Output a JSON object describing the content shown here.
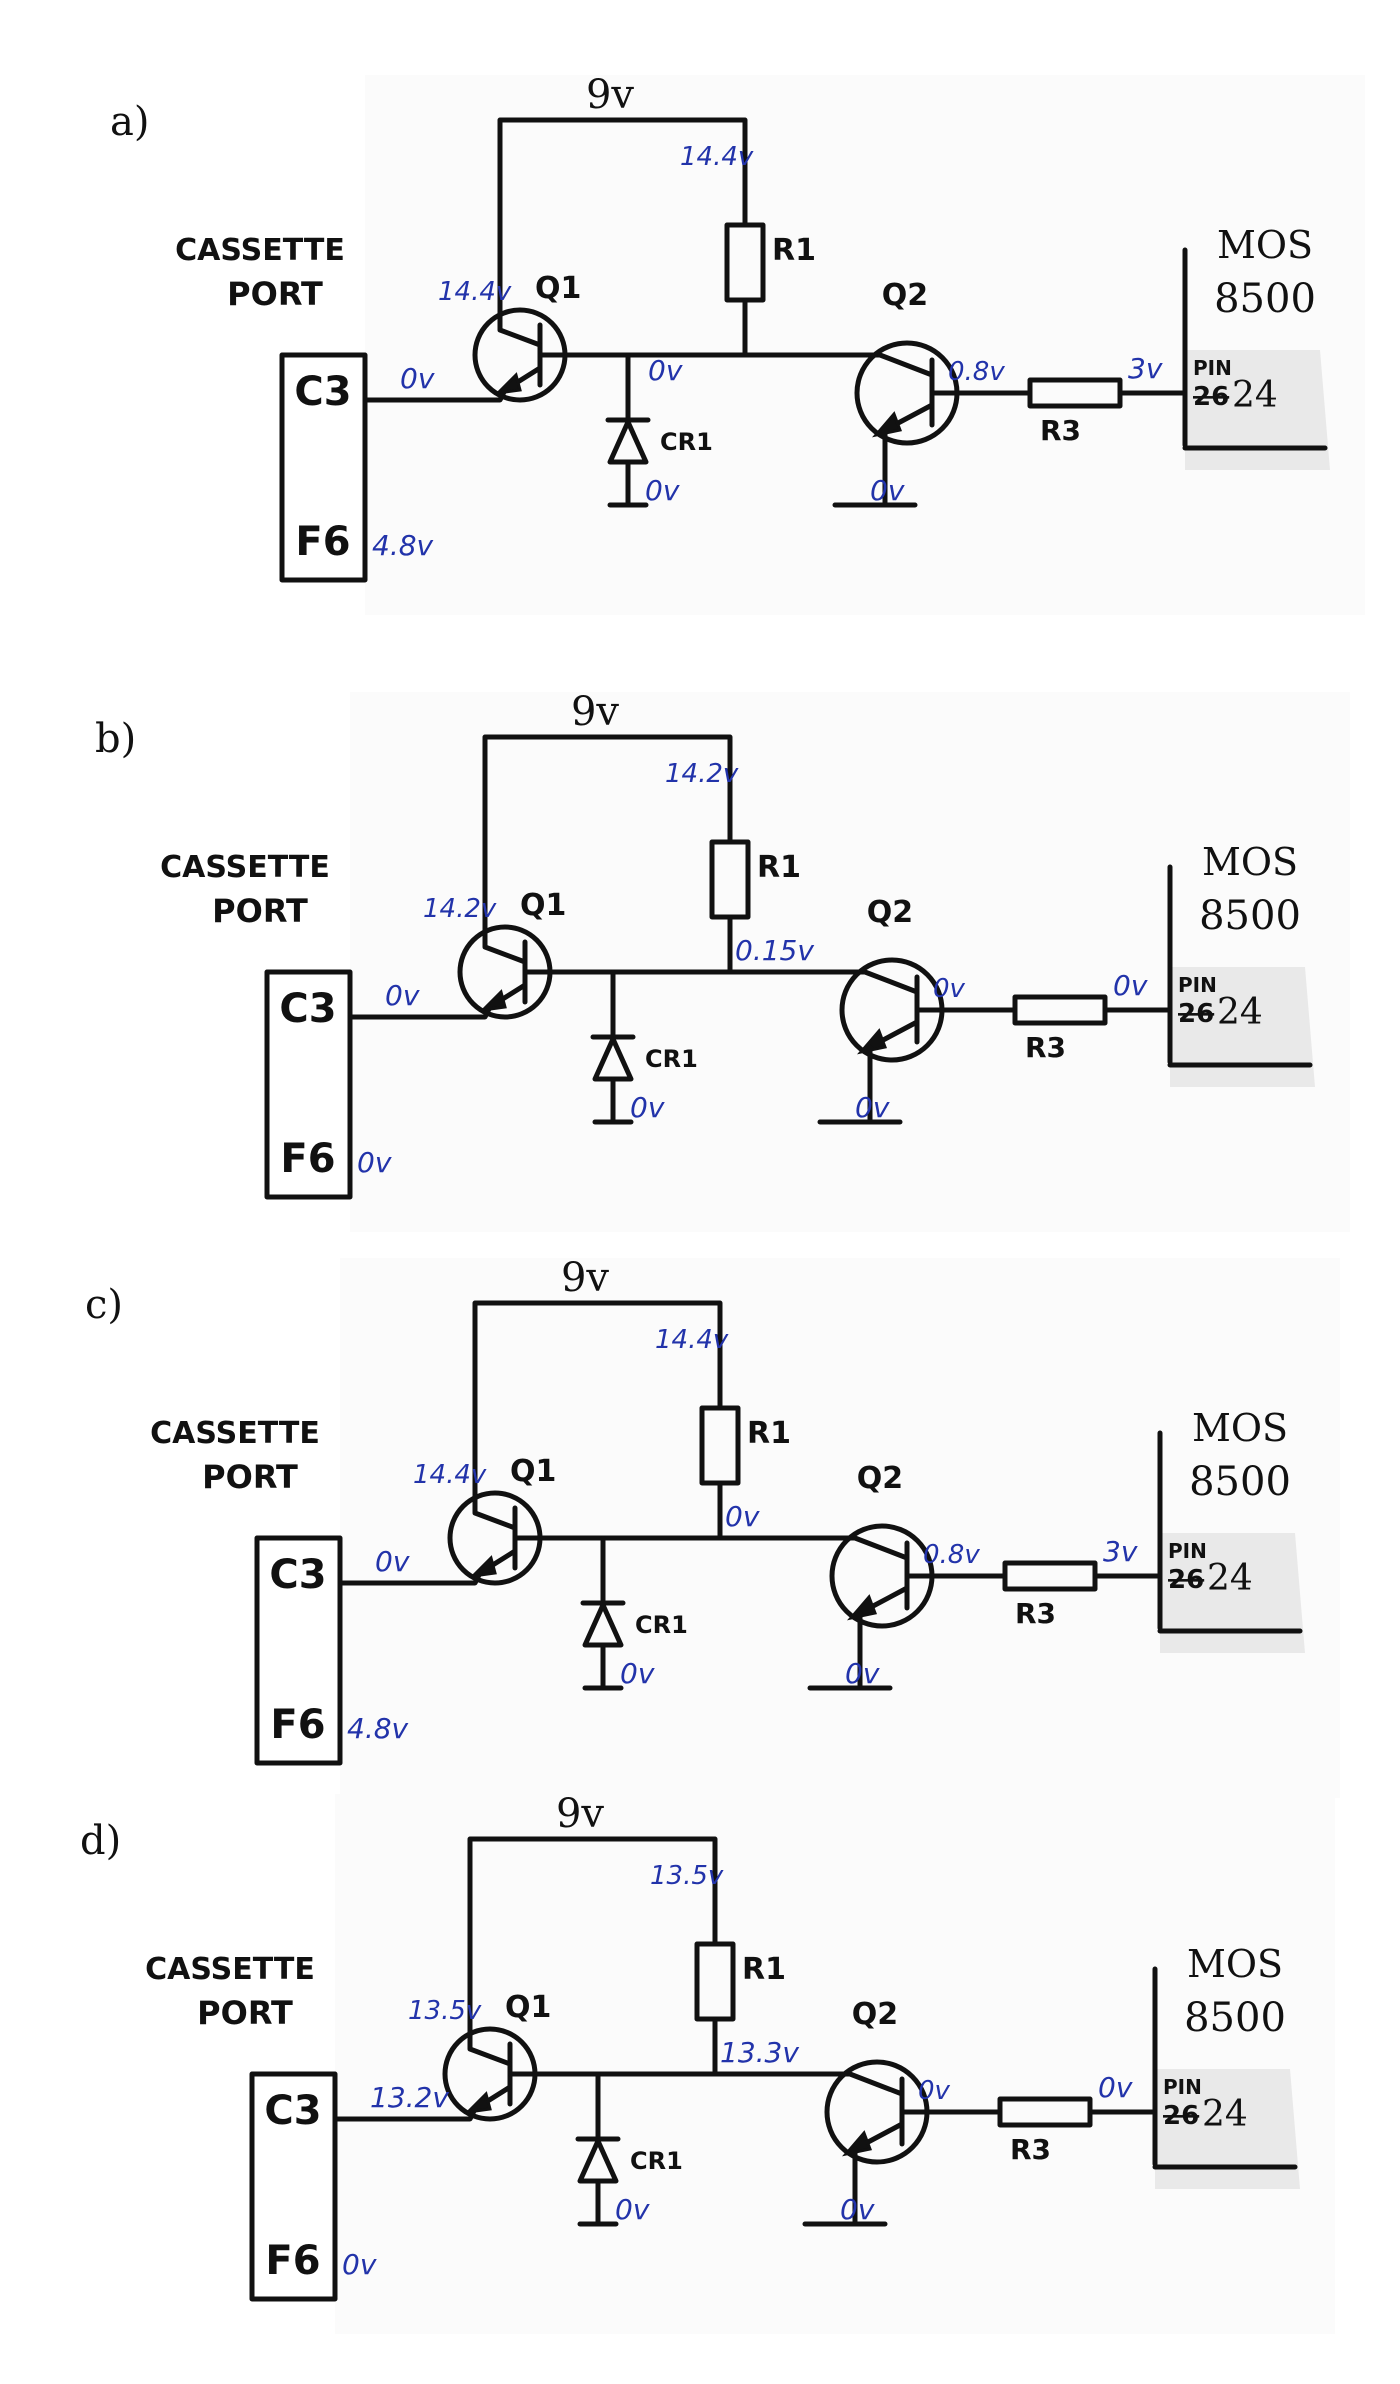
{
  "colors": {
    "ink": "#111111",
    "annotation": "#2233aa",
    "paper": "#ffffff"
  },
  "common": {
    "supply": "9v",
    "port_line1": "CASSETTE",
    "port_line2": "PORT",
    "pin_c3": "C3",
    "pin_f6": "F6",
    "q1": "Q1",
    "q2": "Q2",
    "r1": "R1",
    "r3": "R3",
    "cr1": "CR1",
    "chip_line1": "MOS",
    "chip_line2": "8500",
    "pin_word": "PIN",
    "pin_old": "26",
    "pin_new": "24"
  },
  "panels": [
    {
      "label": "a)",
      "v_r1_top": "14.4v",
      "v_q1": "14.4v",
      "v_c3": "0v",
      "v_node": "0v",
      "v_node2": "",
      "v_cr1": "0v",
      "v_q2_gnd": "0v",
      "v_q2_out": "0.8v",
      "v_pin": "3v",
      "v_f6": "4.8v"
    },
    {
      "label": "b)",
      "v_r1_top": "14.2v",
      "v_q1": "14.2v",
      "v_c3": "0v",
      "v_node": "",
      "v_node2": "0.15v",
      "v_cr1": "0v",
      "v_q2_gnd": "0v",
      "v_q2_out": "0v",
      "v_pin": "0v",
      "v_f6": "0v"
    },
    {
      "label": "c)",
      "v_r1_top": "14.4v",
      "v_q1": "14.4v",
      "v_c3": "0v",
      "v_node": "",
      "v_node2": "0v",
      "v_cr1": "0v",
      "v_q2_gnd": "0v",
      "v_q2_out": "0.8v",
      "v_pin": "3v",
      "v_f6": "4.8v"
    },
    {
      "label": "d)",
      "v_r1_top": "13.5v",
      "v_q1": "13.5v",
      "v_c3": "13.2v",
      "v_node": "",
      "v_node2": "13.3v",
      "v_cr1": "0v",
      "v_q2_gnd": "0v",
      "v_q2_out": "0v",
      "v_pin": "0v",
      "v_f6": "0v"
    }
  ]
}
